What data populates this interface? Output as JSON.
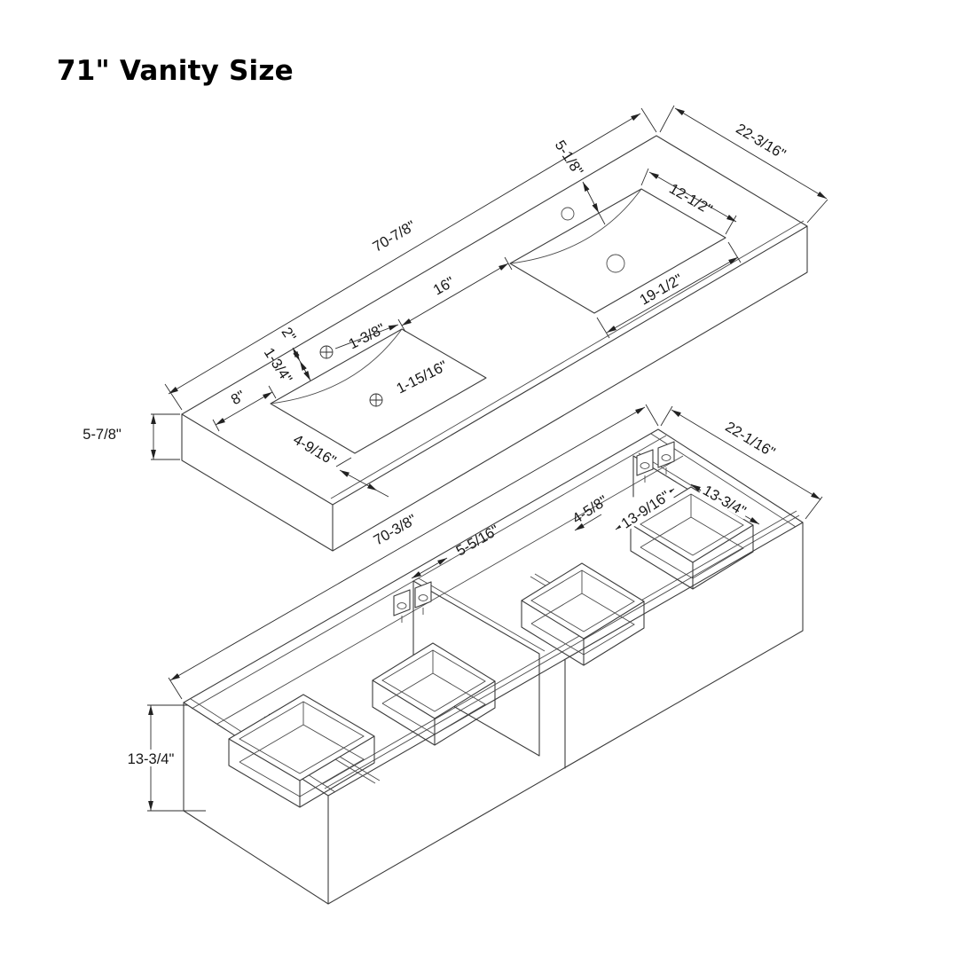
{
  "title": "71\" Vanity Size",
  "drawing": {
    "countertop": {
      "length": "70-7/8\"",
      "depth": "22-3/16\"",
      "thickness": "5-7/8\"",
      "sink_setback": "5-1/8\"",
      "sink_back_width": "12-1/2\"",
      "sink_front_width": "19-1/2\"",
      "between_sinks": "16\"",
      "faucet_hole_dia": "1-3/8\"",
      "faucet_setback": "2\"",
      "faucet_offset": "1-3/4\"",
      "drain_hole_dia": "1-15/16\"",
      "sink_left_offset": "8\"",
      "sink_front_offset": "4-9/16\""
    },
    "cabinet": {
      "length": "70-3/8\"",
      "depth": "22-1/16\"",
      "height": "13-3/4\"",
      "divider_offset": "5-5/16\"",
      "drawer_gap": "4-5/8\"",
      "drawer_width": "13-9/16\"",
      "drawer_inner_width": "13-3/4\""
    }
  }
}
